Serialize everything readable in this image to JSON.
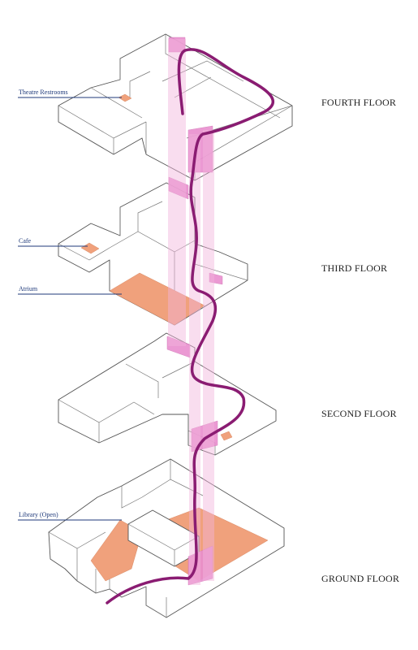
{
  "floors": {
    "fourth": "FOURTH FLOOR",
    "third": "THIRD FLOOR",
    "second": "SECOND FLOOR",
    "ground": "GROUND FLOOR"
  },
  "callouts": {
    "theatre_restrooms": "Theatre Restrooms",
    "cafe": "Cafe",
    "atrium": "Atrium",
    "library": "Library (Open)"
  },
  "colors": {
    "route": "#8a1c72",
    "vertical_circulation": "#f2b3dc",
    "highlighted_space": "#f0a17c",
    "callout_text": "#1f3a7a"
  }
}
